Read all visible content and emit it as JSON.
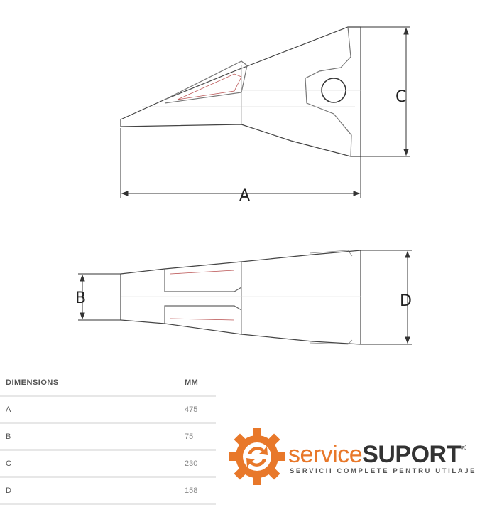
{
  "drawing": {
    "labels": {
      "a": "A",
      "b": "B",
      "c": "C",
      "d": "D"
    }
  },
  "table": {
    "header": {
      "name": "DIMENSIONS",
      "unit": "MM"
    },
    "rows": [
      {
        "name": "A",
        "value": "475"
      },
      {
        "name": "B",
        "value": "75"
      },
      {
        "name": "C",
        "value": "230"
      },
      {
        "name": "D",
        "value": "158"
      }
    ]
  },
  "brand": {
    "name_light": "service",
    "name_bold": "SUPORT",
    "registered": "®",
    "tagline": "SERVICII COMPLETE PENTRU UTILAJE",
    "colors": {
      "orange": "#e8782a",
      "dark": "#333333"
    }
  }
}
